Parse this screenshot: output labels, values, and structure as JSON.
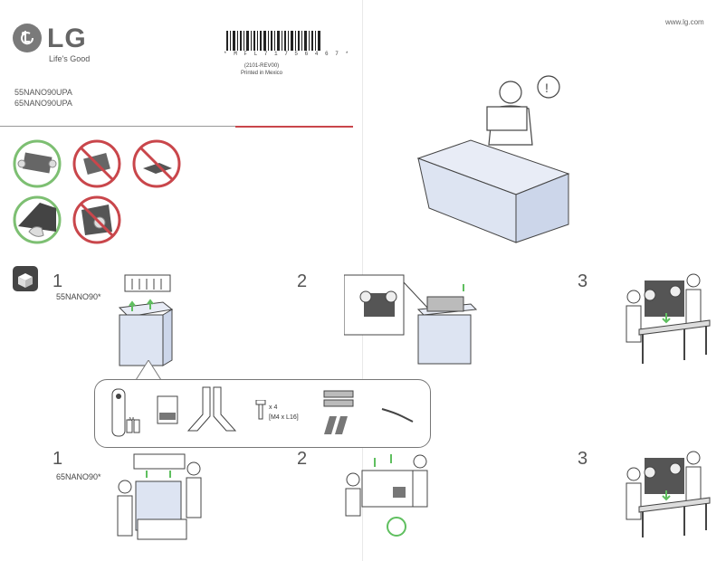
{
  "header": {
    "brand": "LG",
    "tagline": "Life's Good",
    "models": [
      "55NANO90UPA",
      "65NANO90UPA"
    ],
    "barcode_text": "* M F L 7 1 7 5 6 4 6 7 *",
    "revision": "(2101-REV00)",
    "printed": "Printed in Mexico",
    "website": "www.lg.com"
  },
  "steps_55": {
    "model_label": "55NANO90*",
    "step1": "1",
    "step2": "2",
    "step3": "3"
  },
  "steps_65": {
    "model_label": "65NANO90*",
    "step1": "1",
    "step2": "2",
    "step3": "3"
  },
  "accessories": {
    "screw_qty": "x 4",
    "screw_spec": "[M4 x L16]",
    "battery_label": "AA"
  },
  "colors": {
    "ok_green": "#7dbf72",
    "no_red": "#c9464b",
    "box_blue": "#dde4f2",
    "arrow_green": "#5fbf5f"
  },
  "icons": [
    "ok-carry-icon",
    "no-carry-icon",
    "no-lay-flat-icon",
    "ok-hold-icon",
    "no-press-screen-icon",
    "unpack-box-icon",
    "warning-icon"
  ]
}
